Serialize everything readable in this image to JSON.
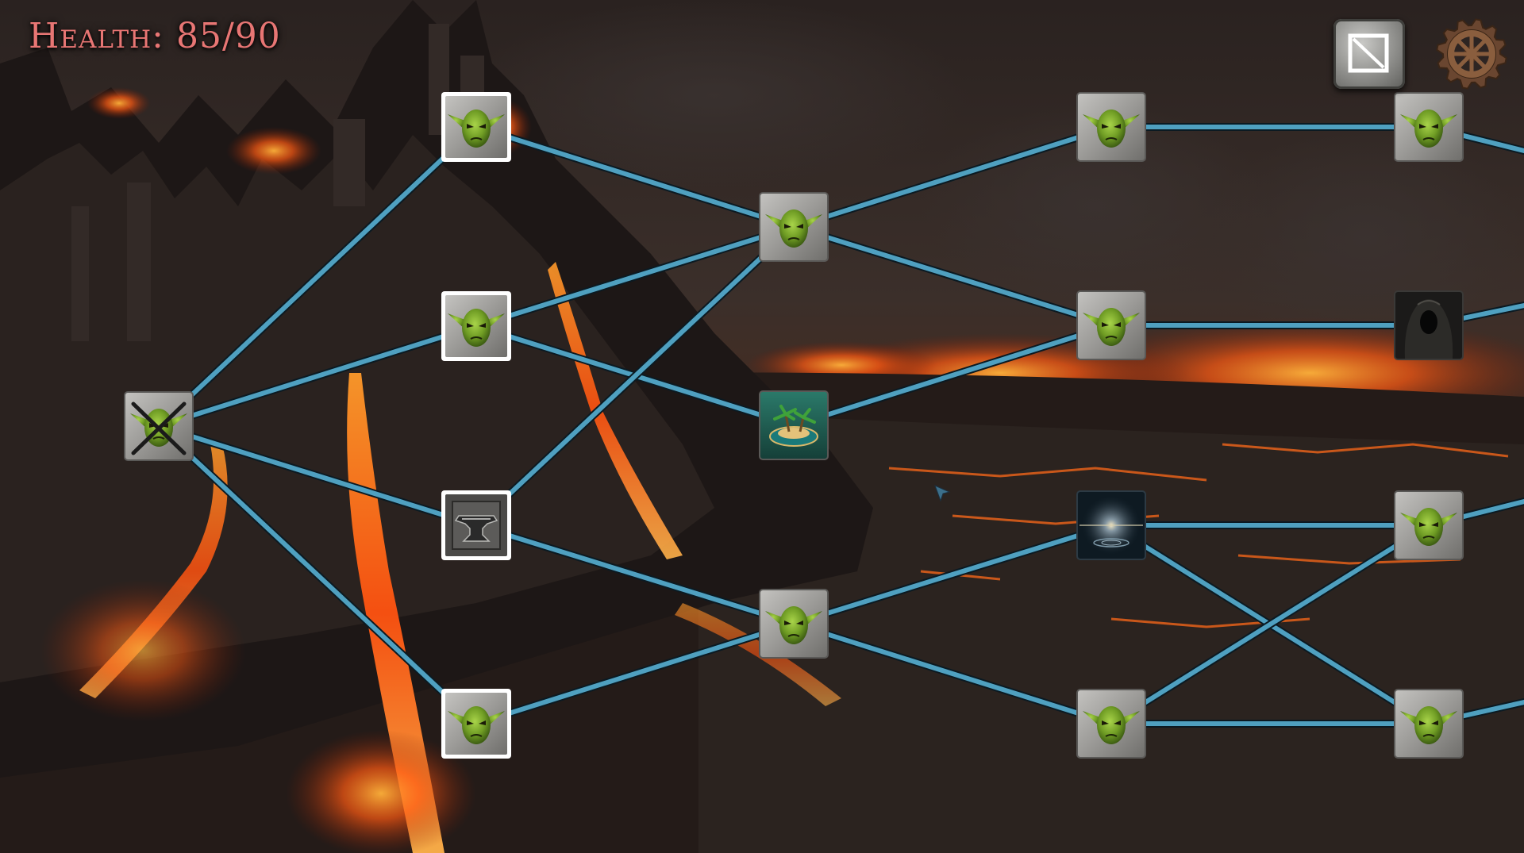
{
  "hud": {
    "health_label": "Health: 85/90"
  },
  "buttons": {
    "map_icon": "map-icon",
    "settings_icon": "gear-icon"
  },
  "colors": {
    "path": "#4fa0c0",
    "health_text": "#e87674"
  },
  "map": {
    "nodes": [
      {
        "id": "start",
        "type": "goblin",
        "status": "cleared"
      },
      {
        "id": "c1r1",
        "type": "goblin",
        "status": "available"
      },
      {
        "id": "c1r2",
        "type": "goblin",
        "status": "available"
      },
      {
        "id": "c1r3",
        "type": "anvil",
        "status": "available"
      },
      {
        "id": "c1r4",
        "type": "goblin",
        "status": "available"
      },
      {
        "id": "c2r1",
        "type": "goblin",
        "status": "locked"
      },
      {
        "id": "c2r2",
        "type": "oasis",
        "status": "locked"
      },
      {
        "id": "c2r3",
        "type": "goblin",
        "status": "locked"
      },
      {
        "id": "c3r1",
        "type": "goblin",
        "status": "locked"
      },
      {
        "id": "c3r2",
        "type": "goblin",
        "status": "locked"
      },
      {
        "id": "c3r3",
        "type": "mystery",
        "status": "locked"
      },
      {
        "id": "c3r4",
        "type": "goblin",
        "status": "locked"
      },
      {
        "id": "c4r1",
        "type": "goblin",
        "status": "locked"
      },
      {
        "id": "c4r2",
        "type": "hooded",
        "status": "locked"
      },
      {
        "id": "c4r3",
        "type": "goblin",
        "status": "locked"
      },
      {
        "id": "c4r4",
        "type": "goblin",
        "status": "locked"
      }
    ],
    "edges": [
      [
        "start",
        "c1r1"
      ],
      [
        "start",
        "c1r2"
      ],
      [
        "start",
        "c1r3"
      ],
      [
        "start",
        "c1r4"
      ],
      [
        "c1r1",
        "c2r1"
      ],
      [
        "c1r2",
        "c2r1"
      ],
      [
        "c1r2",
        "c2r2"
      ],
      [
        "c1r3",
        "c2r1"
      ],
      [
        "c1r3",
        "c2r3"
      ],
      [
        "c1r4",
        "c2r3"
      ],
      [
        "c2r1",
        "c3r1"
      ],
      [
        "c2r1",
        "c3r2"
      ],
      [
        "c2r2",
        "c3r2"
      ],
      [
        "c2r3",
        "c3r3"
      ],
      [
        "c2r3",
        "c3r4"
      ],
      [
        "c3r1",
        "c4r1"
      ],
      [
        "c3r2",
        "c4r2"
      ],
      [
        "c3r3",
        "c4r3"
      ],
      [
        "c3r3",
        "c4r4"
      ],
      [
        "c3r4",
        "c4r3"
      ],
      [
        "c3r4",
        "c4r4"
      ],
      [
        "c4r1",
        "offscreen"
      ],
      [
        "c4r2",
        "offscreen"
      ],
      [
        "c4r3",
        "offscreen"
      ],
      [
        "c4r4",
        "offscreen"
      ]
    ]
  }
}
